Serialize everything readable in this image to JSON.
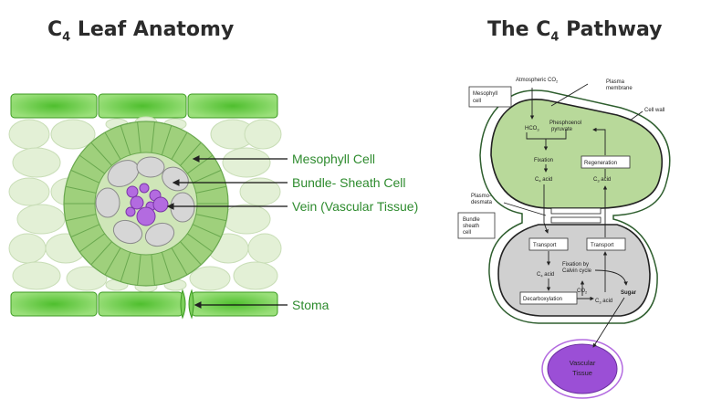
{
  "left_title": {
    "prefix": "C",
    "sub": "4",
    "rest": " Leaf Anatomy"
  },
  "right_title": {
    "prefix": "The C",
    "sub": "4",
    "rest": " Pathway"
  },
  "anatomy_labels": {
    "mesophyll": "Mesophyll Cell",
    "bundle_sheath": "Bundle- Sheath Cell",
    "vein": "Vein (Vascular Tissue)",
    "stoma": "Stoma"
  },
  "pathway": {
    "atmospheric_co2": "Atmospheric CO",
    "atmospheric_co2_sub": "2",
    "plasma_membrane_1": "Plasma",
    "plasma_membrane_2": "membrane",
    "cell_wall": "Cell wall",
    "mesophyll_cell_1": "Mesophyll",
    "mesophyll_cell_2": "cell",
    "hco3": "HCO",
    "hco3_sub": "3",
    "pep_1": "Phesphoenol",
    "pep_2": "pyruvate",
    "fixation": "Fixation",
    "c4_acid_top": "C",
    "c4_acid_top_sub": "4",
    "c4_acid_top_rest": " acid",
    "regeneration": "Regeneration",
    "c3_acid_top": "C",
    "c3_acid_top_sub": "3",
    "c3_acid_top_rest": " acid",
    "plasmodesmata_1": "Plasmo-",
    "plasmodesmata_2": "desmata",
    "bundle_sheath_1": "Bundle",
    "bundle_sheath_2": "sheath",
    "bundle_sheath_3": "cell",
    "transport_left": "Transport",
    "transport_right": "Transport",
    "c4_acid_bottom": "C",
    "c4_acid_bottom_sub": "4",
    "c4_acid_bottom_rest": " acid",
    "fixation_by_1": "Fixation by",
    "fixation_by_2": "Calvin cycle",
    "co2": "CO",
    "co2_sub": "2",
    "sugar": "Sugar",
    "decarboxylation": "Decarboxylation",
    "c3_acid_bottom": "C",
    "c3_acid_bottom_sub": "3",
    "c3_acid_bottom_rest": " acid",
    "vascular_1": "Vascular",
    "vascular_2": "Tissue"
  },
  "colors": {
    "epidermis": "#5cc43a",
    "mesophyll_light": "#e3f0d6",
    "sheath_green": "#9fd07c",
    "bundle_cell_gray": "#d6d6d6",
    "vein_purple": "#b36be0",
    "label_green": "#2e8b2e",
    "pathway_green": "#b8d99a",
    "pathway_gray": "#d0d0d0",
    "vascular_purple": "#9b4fd6"
  }
}
